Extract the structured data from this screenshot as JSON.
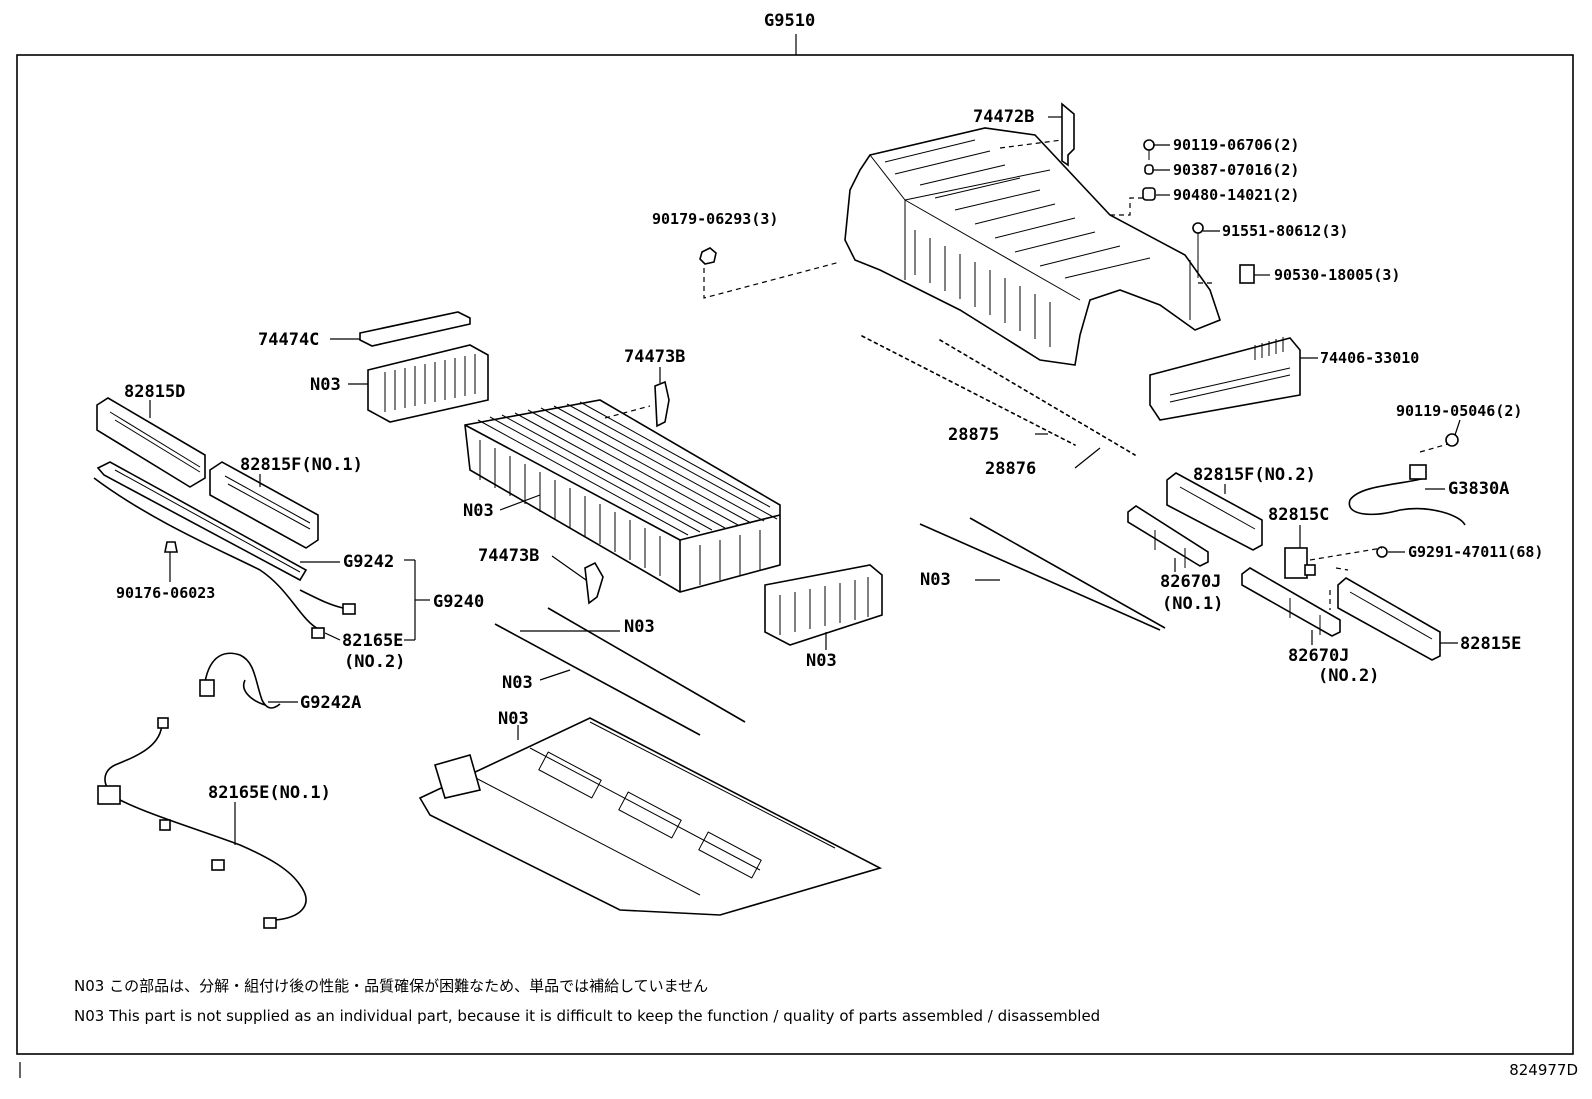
{
  "diagram": {
    "top_label": "G9510",
    "labels": [
      {
        "id": "74472B",
        "text": "74472B"
      },
      {
        "id": "90119-06706",
        "text": "90119-06706(2)"
      },
      {
        "id": "90387-07016",
        "text": "90387-07016(2)"
      },
      {
        "id": "90480-14021",
        "text": "90480-14021(2)"
      },
      {
        "id": "91551-80612",
        "text": "91551-80612(3)"
      },
      {
        "id": "90530-18005",
        "text": "90530-18005(3)"
      },
      {
        "id": "90179-06293",
        "text": "90179-06293(3)"
      },
      {
        "id": "74474C",
        "text": "74474C"
      },
      {
        "id": "N03-a",
        "text": "N03"
      },
      {
        "id": "74473B-a",
        "text": "74473B"
      },
      {
        "id": "74406-33010",
        "text": "74406-33010"
      },
      {
        "id": "82815D",
        "text": "82815D"
      },
      {
        "id": "28875",
        "text": "28875"
      },
      {
        "id": "28876",
        "text": "28876"
      },
      {
        "id": "90119-05046",
        "text": "90119-05046(2)"
      },
      {
        "id": "82815F-1",
        "text": "82815F(NO.1)"
      },
      {
        "id": "82815F-2",
        "text": "82815F(NO.2)"
      },
      {
        "id": "G3830A",
        "text": "G3830A"
      },
      {
        "id": "N03-b",
        "text": "N03"
      },
      {
        "id": "82815C",
        "text": "82815C"
      },
      {
        "id": "G9291-47011",
        "text": "G9291-47011(68)"
      },
      {
        "id": "G9242",
        "text": "G9242"
      },
      {
        "id": "74473B-b",
        "text": "74473B"
      },
      {
        "id": "N03-c",
        "text": "N03"
      },
      {
        "id": "82670J-1",
        "text": "82670J"
      },
      {
        "id": "82670J-1-no",
        "text": "(NO.1)"
      },
      {
        "id": "90176-06023",
        "text": "90176-06023"
      },
      {
        "id": "G9240",
        "text": "G9240"
      },
      {
        "id": "N03-d",
        "text": "N03"
      },
      {
        "id": "82165E-2",
        "text": "82165E"
      },
      {
        "id": "82165E-2-no",
        "text": "(NO.2)"
      },
      {
        "id": "N03-e",
        "text": "N03"
      },
      {
        "id": "82815E",
        "text": "82815E"
      },
      {
        "id": "82670J-2",
        "text": "82670J"
      },
      {
        "id": "82670J-2-no",
        "text": "(NO.2)"
      },
      {
        "id": "N03-f",
        "text": "N03"
      },
      {
        "id": "G9242A",
        "text": "G9242A"
      },
      {
        "id": "N03-g",
        "text": "N03"
      },
      {
        "id": "82165E-1",
        "text": "82165E(NO.1)"
      }
    ]
  },
  "notes": {
    "jp": "N03  この部品は、分解・組付け後の性能・品質確保が困難なため、単品では補給していません",
    "en": "N03 This part is not supplied as an individual part, because it is difficult to keep the function / quality of parts assembled / disassembled"
  },
  "reference": "824977D"
}
